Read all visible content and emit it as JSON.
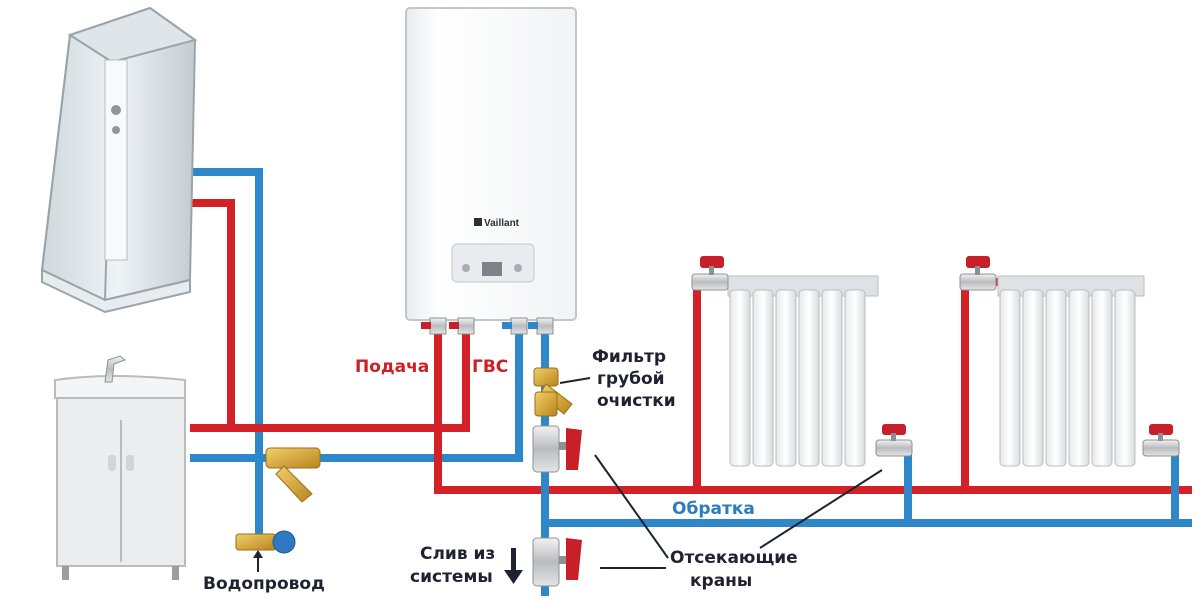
{
  "labels": {
    "supply": "Подача",
    "dhw": "ГВС",
    "filter_line1": "Фильтр",
    "filter_line2": "грубой",
    "filter_line3": "очистки",
    "return": "Обратка",
    "valves_line1": "Отсекающие",
    "valves_line2": "краны",
    "drain_line1": "Слив из",
    "drain_line2": "системы",
    "water_supply": "Водопровод"
  },
  "boiler": {
    "brand": "Vaillant"
  },
  "colors": {
    "hot_pipe": "#d42027",
    "cold_pipe": "#2d87c8",
    "label_red": "#cc1f26",
    "label_blue": "#2d7cc0",
    "label_dark": "#1f2230",
    "brass": "#d9a530",
    "valve_handle": "#c8202a"
  },
  "icons": {
    "shower_cabin": "shower-cabin-icon",
    "sink_vanity": "sink-vanity-icon",
    "boiler": "boiler-icon",
    "radiator": "radiator-icon",
    "ball_valve": "ball-valve-icon",
    "strainer": "y-strainer-icon",
    "arrow": "arrow-down-icon"
  }
}
